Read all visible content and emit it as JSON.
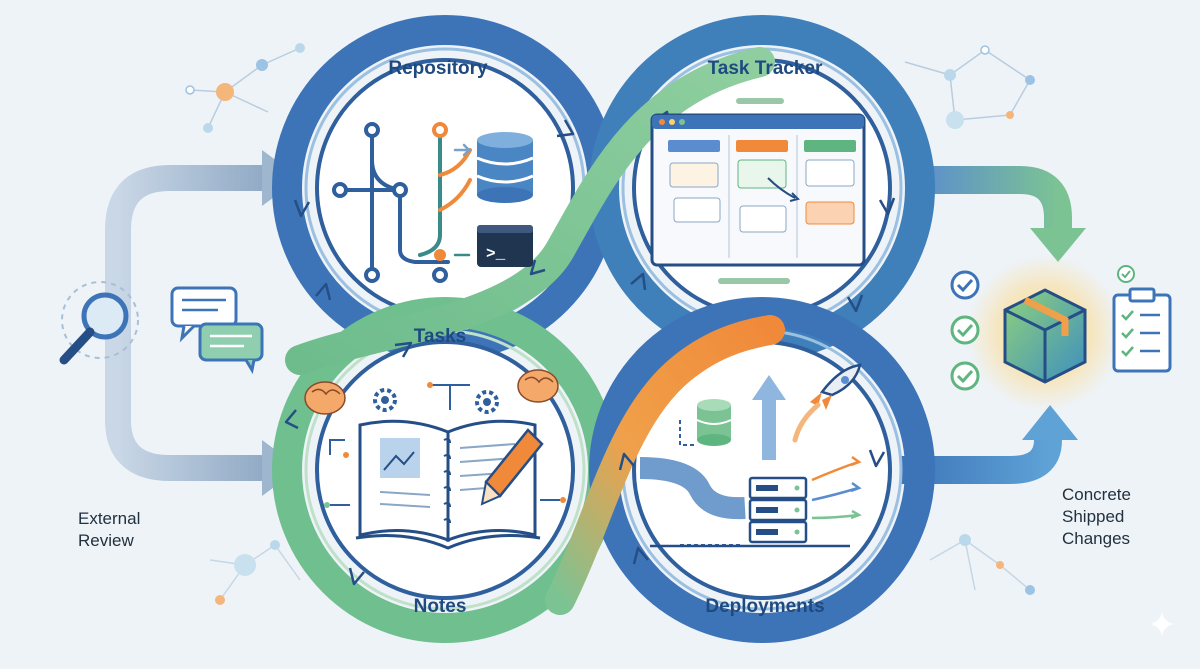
{
  "labels": {
    "repository": "Repository",
    "task_tracker": "Task Tracker",
    "tasks": "Tasks",
    "notes": "Notes",
    "deployments": "Deployments",
    "external_review": [
      "External",
      "Review"
    ],
    "concrete_shipped_changes": [
      "Concrete",
      "Shipped",
      "Changes"
    ],
    "terminal_prompt": ">_"
  },
  "colors": {
    "background": "#eef3f8",
    "loop_blue": "#3d74b8",
    "loop_green": "#7cc394",
    "orange": "#f08a3a",
    "label_text": "#1f4a80",
    "side_text": "#22313f"
  },
  "icons": [
    "magnifier-icon",
    "chat-bubbles-icon",
    "git-branch-icon",
    "database-icon",
    "terminal-icon",
    "kanban-board-icon",
    "brain-icon",
    "gear-icon",
    "notebook-icon",
    "pencil-icon",
    "rocket-icon",
    "server-rack-icon",
    "package-box-icon",
    "checklist-icon",
    "check-circle-icon"
  ]
}
